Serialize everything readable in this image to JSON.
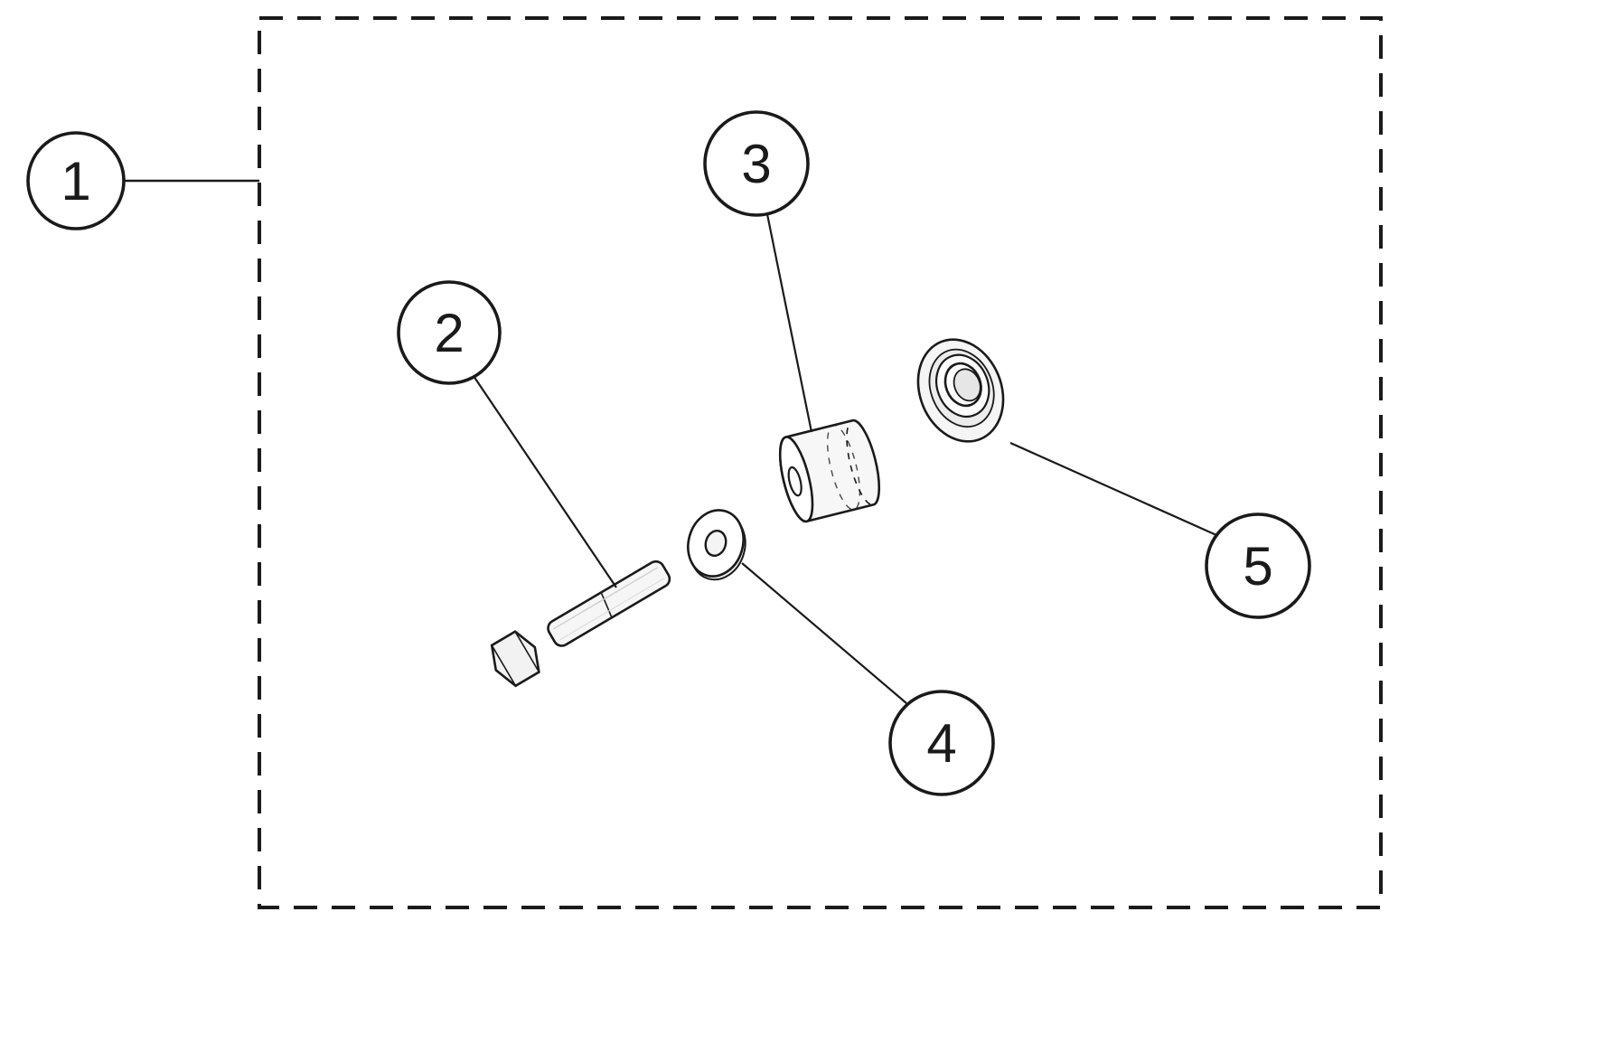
{
  "diagram": {
    "type": "exploded-parts-diagram",
    "background_color": "#ffffff",
    "line_color": "#1a1a1a",
    "callouts": [
      {
        "label": "1",
        "part": "assembly-boundary"
      },
      {
        "label": "2",
        "part": "hex-bolt"
      },
      {
        "label": "3",
        "part": "bushing"
      },
      {
        "label": "4",
        "part": "flat-washer"
      },
      {
        "label": "5",
        "part": "flanged-washer"
      }
    ]
  }
}
